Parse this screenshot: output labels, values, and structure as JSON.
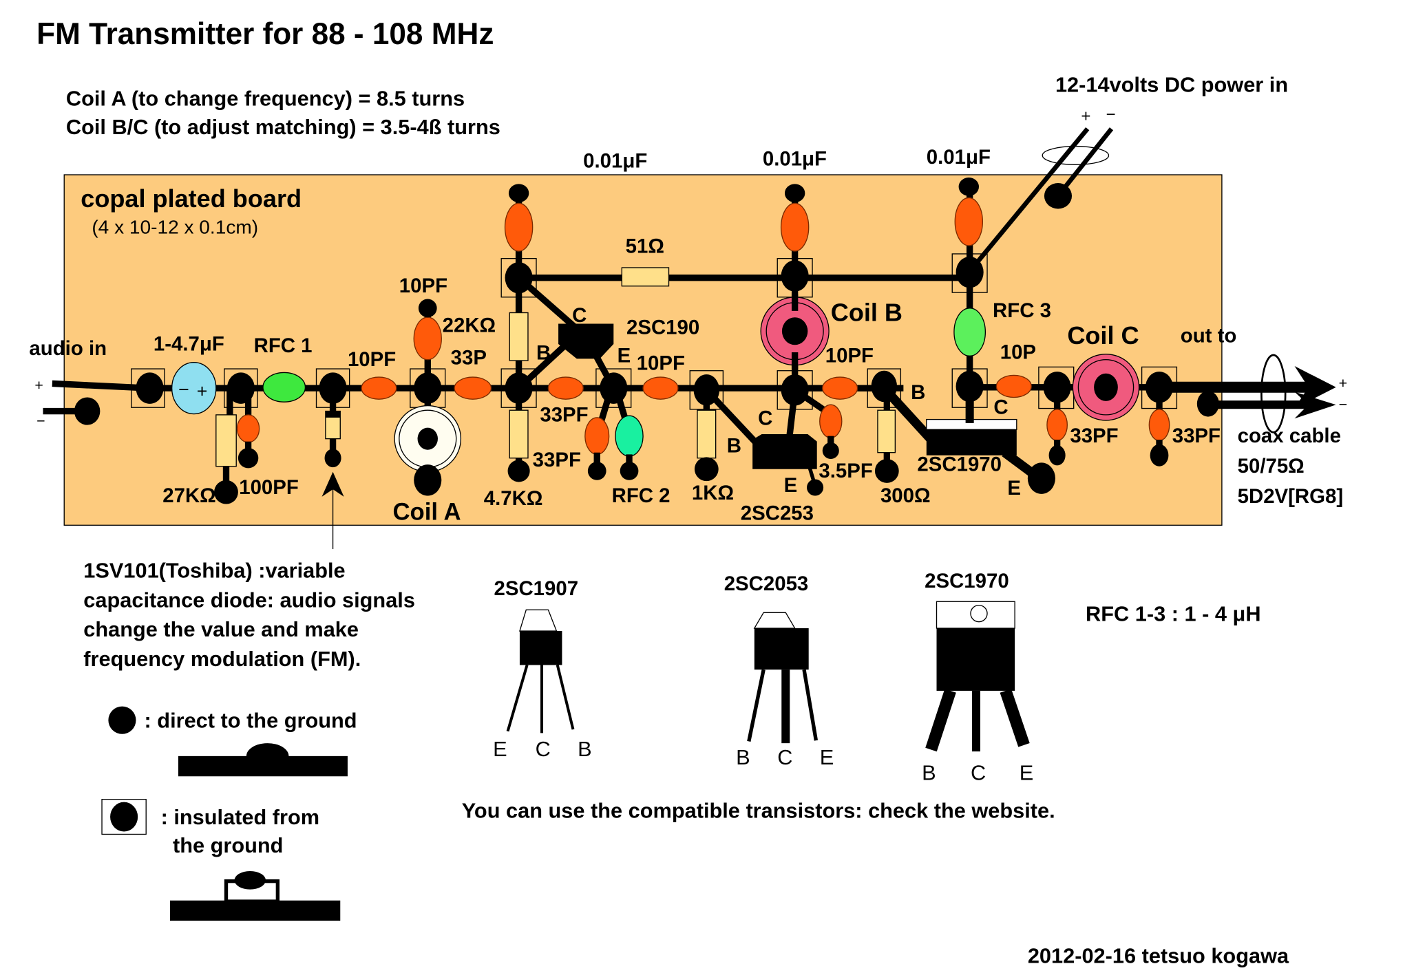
{
  "title": "FM Transmitter for 88 - 108 MHz",
  "notes": {
    "coil_a": "Coil A (to change frequency) = 8.5 turns",
    "coil_bc": "Coil B/C (to adjust matching) = 3.5-4ß turns",
    "power": "12-14volts DC power in",
    "power_plus": "+",
    "power_minus": "−",
    "rfc_range": "RFC 1-3 : 1 - 4 μH",
    "compatible": "You can use the compatible transistors: check the website.",
    "credit": "2012-02-16 tetsuo kogawa"
  },
  "board": {
    "label": "copal plated board",
    "size": "(4 x 10-12 x 0.1cm)"
  },
  "colors": {
    "board": "#FDCB7E",
    "ceramic_cap": "#FF5A0A",
    "electrolytic_cap": "#8FDFF0",
    "rfc_green": "#3EE83E",
    "rfc2_teal": "#19F0A0",
    "rfc3_green": "#5CF05C",
    "resistor": "#FFE08A",
    "coil_a": "#FFFDF0",
    "coil_bc": "#F05A7E"
  },
  "input": {
    "label": "audio in",
    "plus": "+",
    "minus": "−"
  },
  "output": {
    "label": "out to",
    "plus": "+",
    "minus": "−",
    "cable": "coax cable",
    "impedance": "50/75Ω",
    "type": "5D2V[RG8]"
  },
  "components": {
    "c_in": "1-4.7μF",
    "c_in_minus": "−",
    "c_in_plus": "+",
    "rfc1": "RFC  1",
    "r_27k": "27KΩ",
    "c_100pf": "100PF",
    "c_10pf_a": "10PF",
    "c_10pf_top": "10PF",
    "r_22k": "22KΩ",
    "c_33p": "33P",
    "coil_a": "Coil A",
    "r_4k7": "4.7KΩ",
    "c_001_1": "0.01μF",
    "c_001_2": "0.01μF",
    "c_001_3": "0.01μF",
    "r_51": "51Ω",
    "q1": "2SC190",
    "q1_c": "C",
    "q1_b": "B",
    "q1_e": "E",
    "c_33pf_1": "33PF",
    "c_33pf_2": "33PF",
    "rfc2": "RFC  2",
    "c_10pf_b": "10PF",
    "r_1k": "1KΩ",
    "coil_b": "Coil B",
    "q2": "2SC253",
    "q2_c": "C",
    "q2_b": "B",
    "q2_e": "E",
    "c_3_5pf": "3.5PF",
    "c_10pf_c": "10PF",
    "r_300": "300Ω",
    "rfc3": "RFC  3",
    "c_10p": "10P",
    "q3": "2SC1970",
    "q3_b": "B",
    "q3_c": "C",
    "q3_e": "E",
    "coil_c": "Coil C",
    "c_33pf_3": "33PF",
    "c_33pf_4": "33PF"
  },
  "diode_note": [
    "1SV101(Toshiba) :variable",
    "capacitance diode: audio signals",
    "change the value and make",
    "frequency modulation (FM)."
  ],
  "legend": {
    "ground": ": direct to the ground",
    "insulated_1": ": insulated from",
    "insulated_2": "the ground"
  },
  "pinouts": [
    {
      "name": "2SC1907",
      "pins": [
        "E",
        "C",
        "B"
      ]
    },
    {
      "name": "2SC2053",
      "pins": [
        "B",
        "C",
        "E"
      ]
    },
    {
      "name": "2SC1970",
      "pins": [
        "B",
        "C",
        "E"
      ]
    }
  ]
}
